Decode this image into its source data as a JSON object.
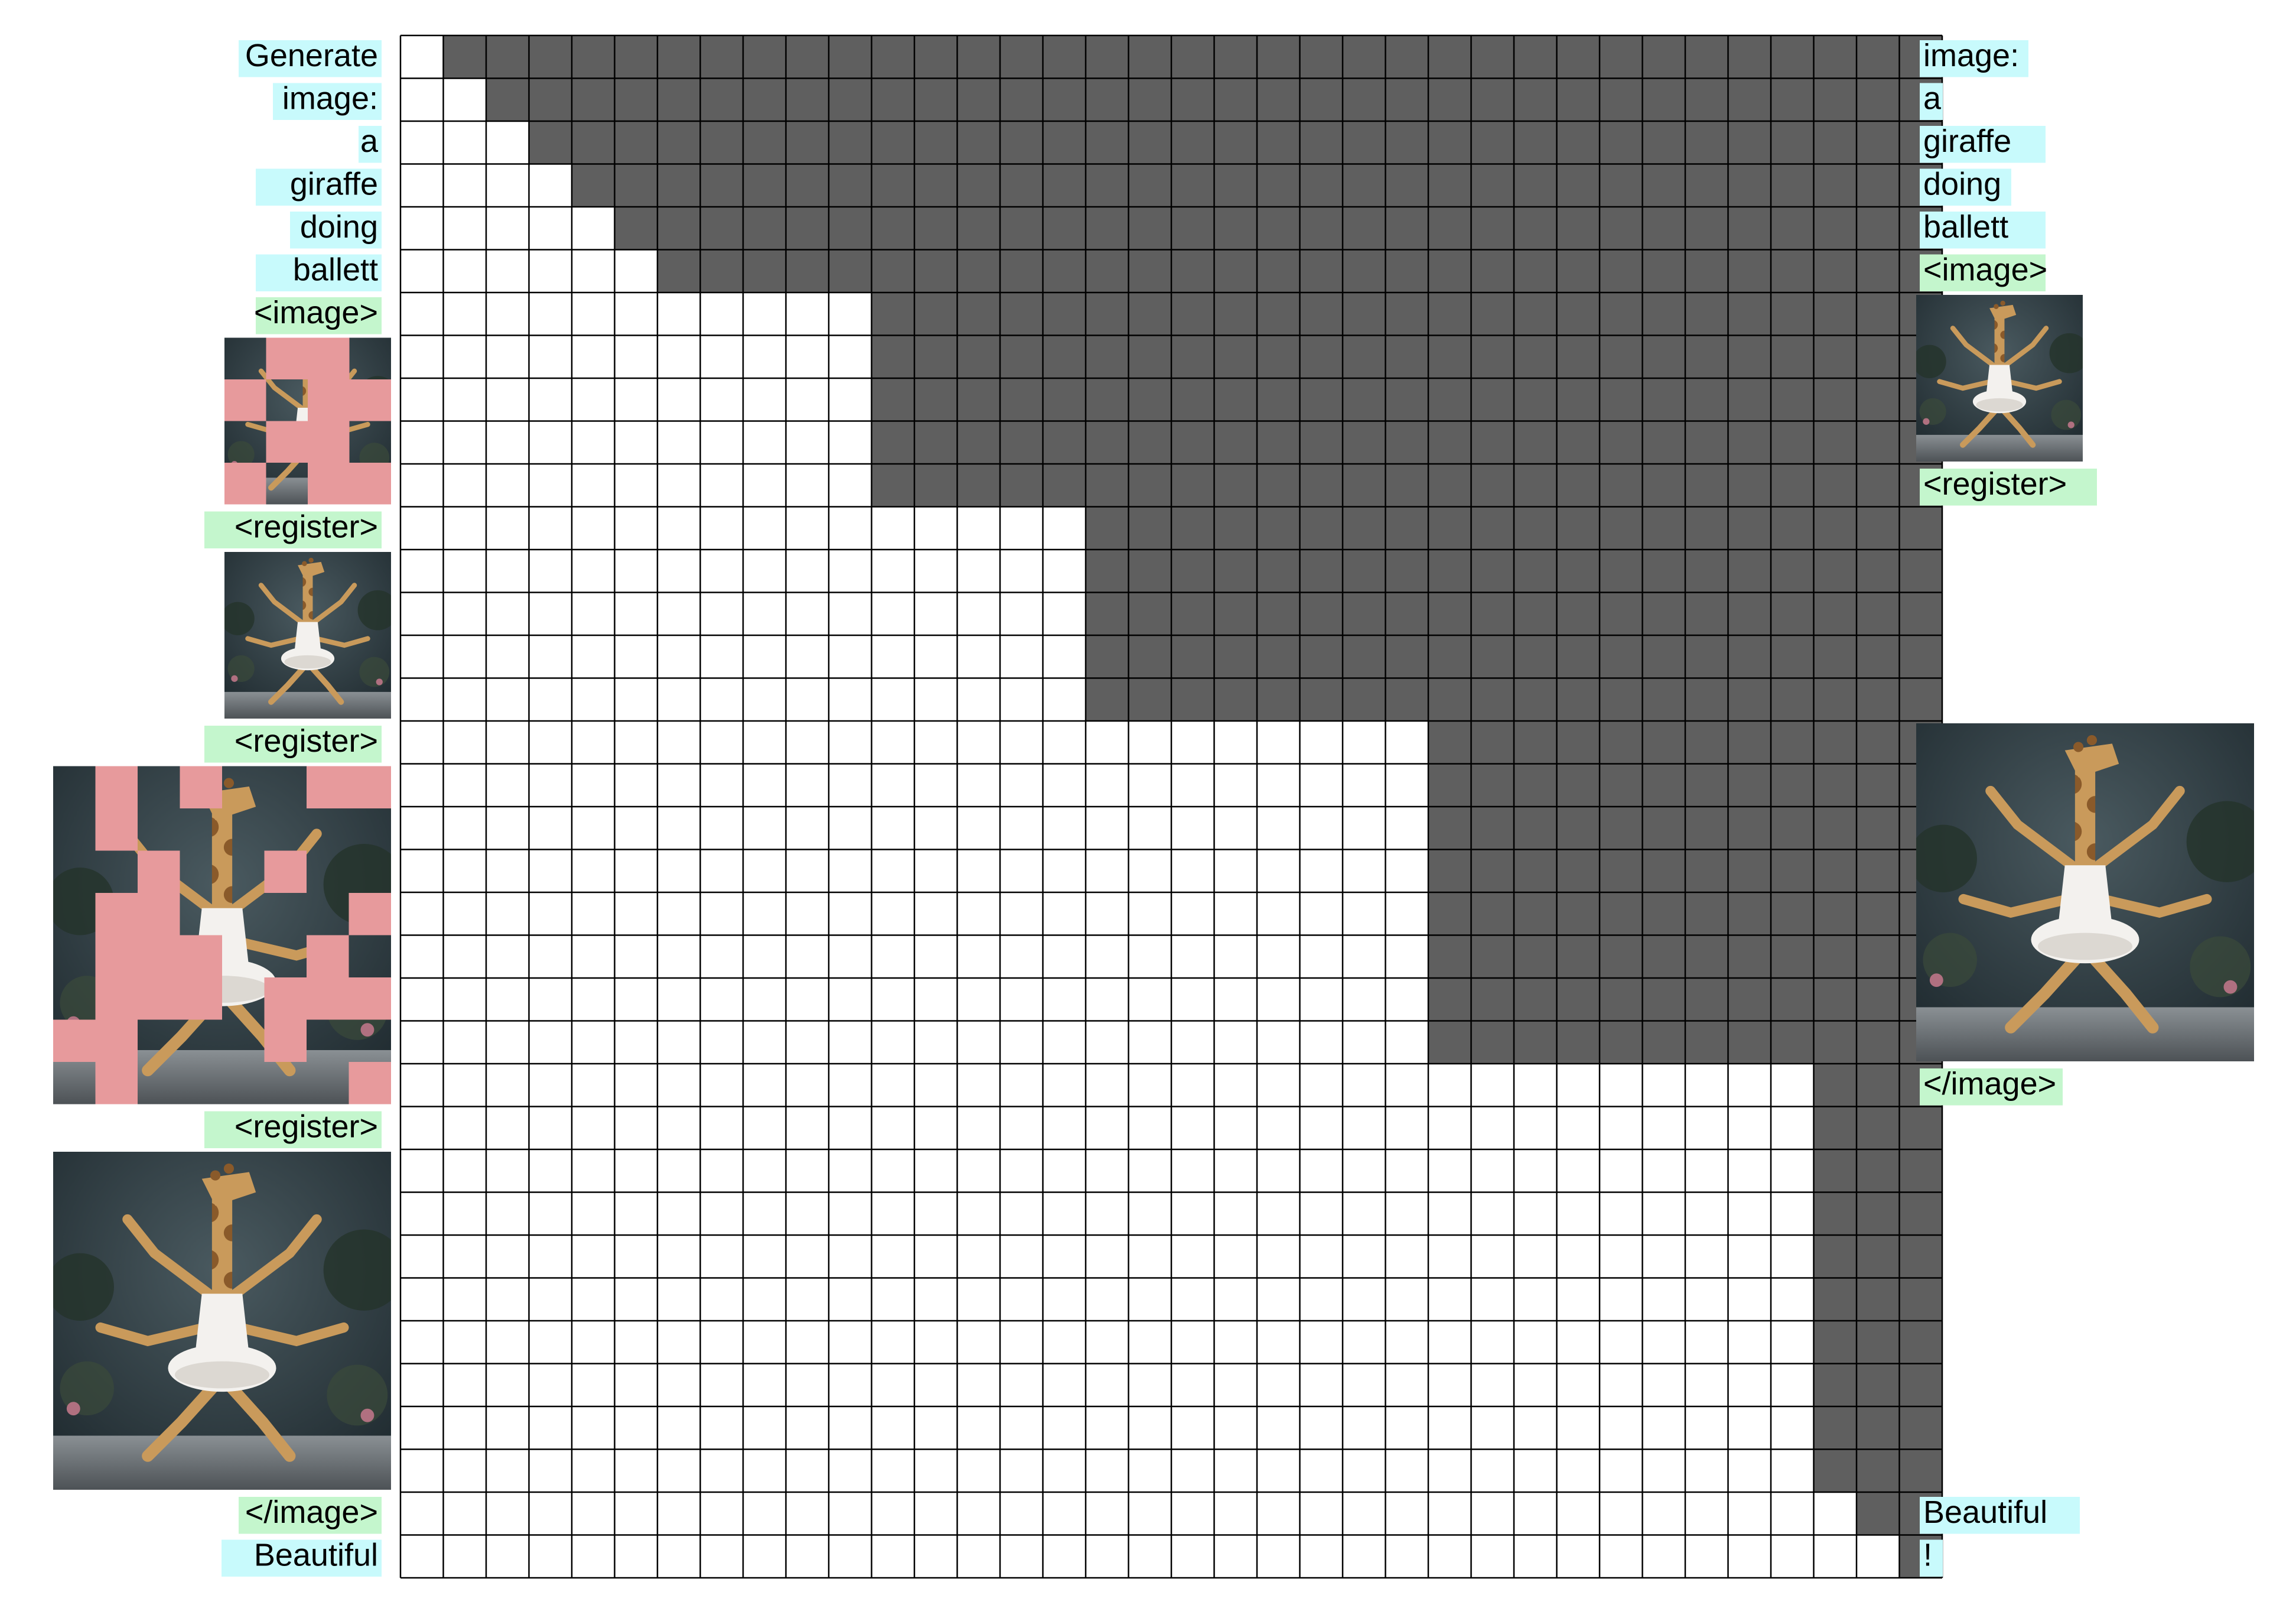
{
  "colors": {
    "masked": "#5f5f5f",
    "visible": "#ffffff",
    "grid_line": "#000000",
    "text_token_bg": "#c8fafc",
    "special_token_bg": "#c4f6cd",
    "patch_mask": "#e79a9c",
    "scene_dark": "#2b3a40",
    "stage_floor": "#6f7478",
    "giraffe_tan": "#c99a5b",
    "giraffe_spot": "#8a5a2a",
    "tutu_white": "#f3f1ee"
  },
  "matrix": {
    "size": 36,
    "masked_from_column": [
      1,
      2,
      3,
      4,
      5,
      6,
      11,
      11,
      11,
      11,
      11,
      16,
      16,
      16,
      16,
      16,
      24,
      24,
      24,
      24,
      24,
      24,
      24,
      24,
      33,
      33,
      33,
      33,
      33,
      33,
      33,
      33,
      33,
      33,
      34,
      35
    ]
  },
  "left_tokens": [
    {
      "text": "Generate",
      "kind": "text"
    },
    {
      "text": "image:",
      "kind": "text"
    },
    {
      "text": "a",
      "kind": "text"
    },
    {
      "text": "giraffe",
      "kind": "text"
    },
    {
      "text": "doing",
      "kind": "text"
    },
    {
      "text": "ballett",
      "kind": "text"
    },
    {
      "text": "<image>",
      "kind": "special"
    },
    {
      "text": "",
      "kind": "image",
      "image": "masked-small",
      "rows": 4
    },
    {
      "text": "<register>",
      "kind": "special"
    },
    {
      "text": "",
      "kind": "image",
      "image": "clean-small",
      "rows": 4
    },
    {
      "text": "<register>",
      "kind": "special"
    },
    {
      "text": "",
      "kind": "image",
      "image": "masked-large",
      "rows": 8
    },
    {
      "text": "<register>",
      "kind": "special"
    },
    {
      "text": "",
      "kind": "image",
      "image": "clean-large",
      "rows": 8
    },
    {
      "text": "</image>",
      "kind": "special"
    },
    {
      "text": "Beautiful",
      "kind": "text"
    }
  ],
  "right_tokens": [
    {
      "text": "image:",
      "kind": "text"
    },
    {
      "text": "a",
      "kind": "text"
    },
    {
      "text": "giraffe",
      "kind": "text"
    },
    {
      "text": "doing",
      "kind": "text"
    },
    {
      "text": "ballett",
      "kind": "text"
    },
    {
      "text": "<image>",
      "kind": "special"
    },
    {
      "text": "",
      "kind": "image",
      "image": "clean-small",
      "rows": 4
    },
    {
      "text": "<register>",
      "kind": "special"
    },
    {
      "text": "",
      "kind": "gap",
      "rows": 5
    },
    {
      "text": "",
      "kind": "image",
      "image": "clean-large",
      "rows": 8
    },
    {
      "text": "</image>",
      "kind": "special"
    },
    {
      "text": "",
      "kind": "gap",
      "rows": 9
    },
    {
      "text": "Beautiful",
      "kind": "text"
    },
    {
      "text": "!",
      "kind": "text"
    }
  ],
  "patch_masks": {
    "masked-small": [
      [
        0,
        1,
        1,
        0
      ],
      [
        1,
        0,
        1,
        1
      ],
      [
        0,
        1,
        1,
        0
      ],
      [
        1,
        0,
        1,
        1
      ]
    ],
    "masked-large": [
      [
        0,
        1,
        0,
        1,
        0,
        0,
        1,
        1
      ],
      [
        0,
        1,
        0,
        0,
        0,
        0,
        0,
        0
      ],
      [
        0,
        0,
        1,
        0,
        0,
        1,
        0,
        0
      ],
      [
        0,
        1,
        1,
        0,
        0,
        0,
        0,
        1
      ],
      [
        0,
        1,
        1,
        1,
        0,
        0,
        1,
        0
      ],
      [
        0,
        1,
        1,
        1,
        0,
        1,
        1,
        1
      ],
      [
        1,
        1,
        0,
        0,
        0,
        1,
        0,
        0
      ],
      [
        0,
        1,
        0,
        0,
        0,
        0,
        0,
        1
      ]
    ]
  }
}
